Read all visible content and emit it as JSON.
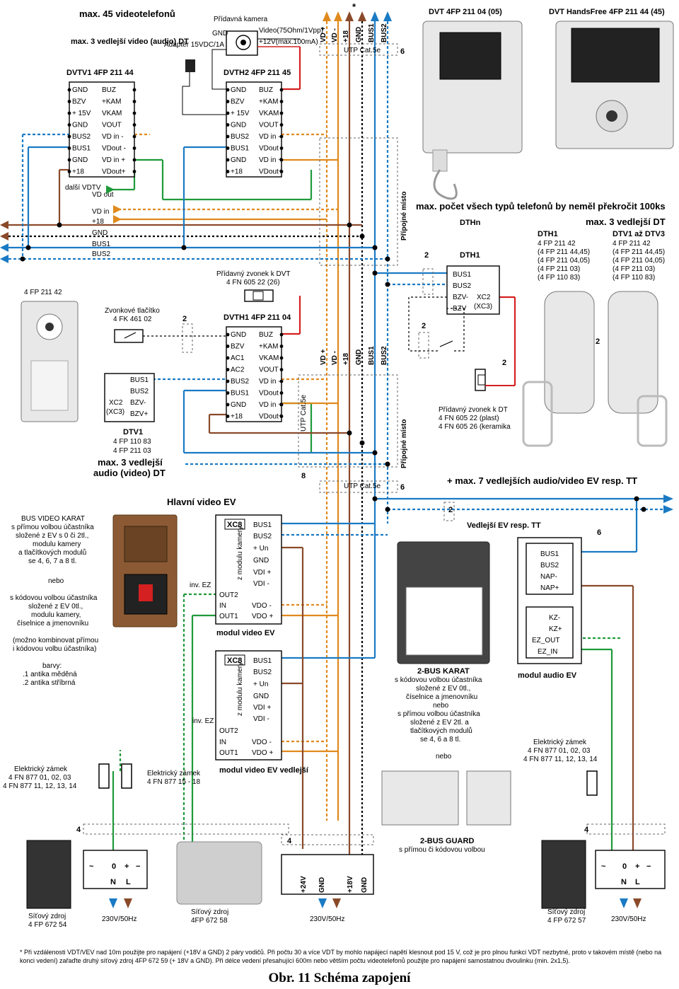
{
  "top": {
    "max_video": "max. 45 videotelefonů",
    "max_sub": "max. 3 vedlejší video (audio) DT",
    "extra_cam": "Přídavná kamera",
    "adapter": "Adaptér 15VDC/1A",
    "cam_gnd": "GND",
    "cam_video": "Video(75Ohm/1Vpp)",
    "cam_12v": "+12V(max.100mA)",
    "star": "*",
    "bus_top": [
      "VD +",
      "VD -",
      "+18",
      "GND",
      "BUS1",
      "BUS2"
    ],
    "utp": "UTP Cat.5e",
    "six": "6"
  },
  "dvtv1": {
    "title": "DVTV1  4FP 211 44",
    "left": [
      "GND",
      "BZV",
      "+ 15V",
      "GND",
      "BUS2",
      "BUS1",
      "GND",
      "+18"
    ],
    "right": [
      "BUZ",
      "+KAM",
      "VKAM",
      "VOUT",
      "VD in -",
      "VDout -",
      "VD in +",
      "VDout+"
    ]
  },
  "dvth2": {
    "title": "DVTH2  4FP 211 45",
    "left": [
      "GND",
      "BZV",
      "+ 15V",
      "GND",
      "BUS2",
      "BUS1",
      "GND",
      "+18"
    ],
    "right": [
      "BUZ",
      "+KAM",
      "VKAM",
      "VOUT",
      "VD in -",
      "VDout -",
      "VD in +",
      "VDout+"
    ]
  },
  "left_bus": {
    "other": "další VDTV",
    "vdout": "VD out",
    "vdin": "VD in",
    "p18": "+18",
    "gnd": "GND",
    "bus1": "BUS1",
    "bus2": "BUS2"
  },
  "right_top": {
    "dvt1": "DVT  4FP 211 04 (05)",
    "dvt2": "DVT HandsFree 4FP 211 44 (45)",
    "max_all": "max. počet všech typů telefonů by neměl překročit 100ks",
    "max3": "max. 3 vedlejší DT",
    "dthn": "DTHn",
    "dth1": "DTH1",
    "dth1_col": [
      "DTH1",
      "4 FP 211 42",
      "(4 FP 211 44,45)",
      "(4 FP 211 04,05)",
      "(4 FP 211 03)",
      "(4 FP 110 83)"
    ],
    "dtv_col": [
      "DTV1 až DTV3",
      "4 FP 211 42",
      "(4 FP 211 44,45)",
      "(4 FP 211 04,05)",
      "(4 FP 211 03)",
      "(4 FP 110 83)"
    ],
    "pripojne": "Přípojné místo",
    "dth_pins": [
      "BUS1",
      "BUS2",
      "BZV-",
      "BZV"
    ],
    "xc2": "XC2",
    "xc3": "(XC3)",
    "two": "2",
    "extra_bell": "Přídavný zvonek k DT",
    "extra_bell2": "4 FN 605 22 (plast)",
    "extra_bell3": "4 FN 605 26 (keramika"
  },
  "mid": {
    "fp21142": "4 FP 211 42",
    "bell_btn": "Zvonkové tlačítko",
    "bell_btn2": "4 FK 461 02",
    "extra_zvon": "Přídavný zvonek k DVT",
    "extra_zvon2": "4 FN 605 22 (26)",
    "dvth1": {
      "title": "DVTH1  4FP 211 04",
      "left": [
        "GND",
        "BZV",
        "AC1",
        "AC2",
        "BUS2",
        "BUS1",
        "GND",
        "+18"
      ],
      "right": [
        "BUZ",
        "+KAM",
        "VKAM",
        "VOUT",
        "VD in -",
        "VDout -",
        "VD in +",
        "VDout+"
      ]
    },
    "dtv1_pins": [
      "BUS1",
      "BUS2",
      "BZV-",
      "BZV+"
    ],
    "dtv1": "DTV1",
    "dtv1a": "4 FP 110 83",
    "dtv1b": "4 FP 211 03",
    "max3": "max. 3 vedlejší",
    "max3b": "audio (video) DT",
    "eight": "8",
    "bus_mid": [
      "VD +",
      "VD -",
      "+18",
      "GND",
      "BUS1",
      "BUS2"
    ]
  },
  "ev": {
    "main_title": "Hlavní video EV",
    "plus7": "+ max. 7 vedlejších audio/video EV resp. TT",
    "sub_title": "Vedlejší EV resp. TT",
    "bus_karat": [
      "BUS VIDEO KARAT",
      "s přímou volbou účastníka",
      "složené z EV s 0 či 2tl.,",
      "modulu kamery",
      "a tlačítkových modulů",
      "se 4, 6, 7 a 8 tl."
    ],
    "nebo": "nebo",
    "kod": [
      "s kódovou volbou účastníka",
      "složené z EV 0tl.,",
      "modulu kamery,",
      "číselnice a jmenovníku"
    ],
    "komb": [
      "(možno kombinovat přímou",
      "i kódovou volbu účastníka)"
    ],
    "barvy": [
      "barvy:",
      ".1 antika měděná",
      ".2 antika stříbrná"
    ],
    "mod1": {
      "xc8": "XC8",
      "side": "z modulu kamery",
      "right": [
        "BUS1",
        "BUS2",
        "+ Un",
        "GND",
        "VDI +",
        "VDI -",
        "VDO -",
        "VDO +"
      ],
      "left": [
        "OUT2",
        "IN",
        "OUT1"
      ],
      "inv": "inv. EZ",
      "title": "modul video EV"
    },
    "mod2": {
      "xc8": "XC8",
      "side": "z modulu kamery",
      "right": [
        "BUS1",
        "BUS2",
        "+ Un",
        "GND",
        "VDI +",
        "VDI -",
        "VDO -",
        "VDO +"
      ],
      "left": [
        "OUT2",
        "IN",
        "OUT1"
      ],
      "inv": "inv. EZ",
      "title": "modul video EV vedlejší"
    },
    "audio": {
      "top": [
        "BUS1",
        "BUS2",
        "NAP-",
        "NAP+"
      ],
      "bot": [
        "KZ-",
        "KZ+",
        "EZ_OUT",
        "EZ_IN"
      ],
      "title": "modul audio EV"
    },
    "bus2karat": [
      "2-BUS KARAT",
      "s kódovou volbou účastníka",
      "složené z EV 0tl.,",
      "číselnice a jmenovníku",
      "nebo",
      "s přímou volbou účastníka",
      "složené z EV 2tl. a",
      "tlačítkových modulů",
      "se 4, 6 a 8 tl."
    ],
    "nebo2": "nebo",
    "guard": [
      "2-BUS GUARD",
      "s přímou či kódovou volbou"
    ]
  },
  "bottom": {
    "zamek1": [
      "Elektrický zámek",
      "4 FN 877 01, 02, 03",
      "4 FN 877 11, 12, 13, 14"
    ],
    "zamek2": [
      "Elektrický zámek",
      "4 FN 877 15 - 18"
    ],
    "zamek3": [
      "Elektrický zámek",
      "4 FN 877 01, 02, 03",
      "4 FN 877 11, 12, 13, 14"
    ],
    "four": "4",
    "psu_pins": [
      "~",
      "0",
      "+",
      "−"
    ],
    "psu_nl": [
      "N",
      "L"
    ],
    "psu_mid": [
      "+24V",
      "GND",
      "+18V",
      "GND"
    ],
    "zdroj1": [
      "Síťový zdroj",
      "4 FP 672 54"
    ],
    "zdroj2": [
      "Síťový zdroj",
      "4FP 672 58"
    ],
    "zdroj3": [
      "Síťový zdroj",
      "4 FP 672 57"
    ],
    "mains": "230V/50Hz"
  },
  "footnote": "* Při vzdálenosti VDT/VEV nad 10m použijte pro napájení (+18V a GND) 2 páry vodičů. Při počtu 30 a více VDT by mohlo napájecí napětí klesnout pod 15 V, což je pro plnou funkci VDT nezbytné, proto v takovém místě (nebo na konci vedení) zařaďte druhý síťový zdroj 4FP 672 59 (+ 18V a GND). Při délce vedení přesahující 600m nebo větším počtu videotelefonů použijte pro napájení samostatnou dvoulinku (min. 2x1,5).",
  "caption": "Obr. 11 Schéma zapojení",
  "colors": {
    "blue": "#1a7ac4",
    "brown": "#8a4a2a",
    "orange": "#e08a1e",
    "green": "#1f9a3a",
    "red": "#d42020"
  }
}
